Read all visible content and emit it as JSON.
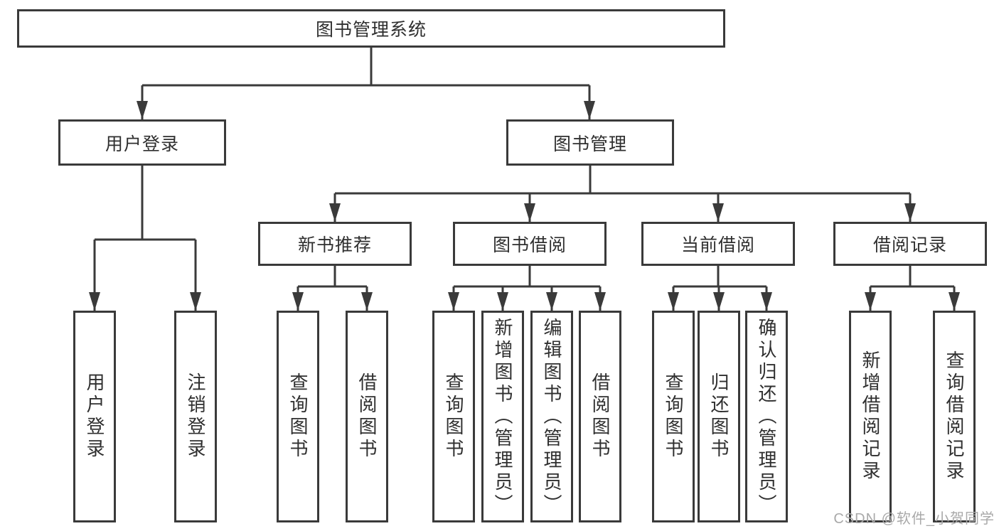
{
  "colors": {
    "line": "#3a3a3a",
    "text": "#2f2f2f",
    "watermark": "#a9a9a9",
    "background": "#ffffff"
  },
  "watermark": "CSDN @软件_小贺同学",
  "tree": {
    "root": "图书管理系统",
    "branches": [
      {
        "label": "用户登录",
        "children": [
          "用户登录",
          "注销登录"
        ]
      },
      {
        "label": "图书管理",
        "groups": [
          {
            "label": "新书推荐",
            "children": [
              "查询图书",
              "借阅图书"
            ]
          },
          {
            "label": "图书借阅",
            "children": [
              "查询图书",
              "新增图书（管理员）",
              "编辑图书（管理员）",
              "借阅图书"
            ]
          },
          {
            "label": "当前借阅",
            "children": [
              "查询图书",
              "归还图书",
              "确认归还（管理员）"
            ]
          },
          {
            "label": "借阅记录",
            "children": [
              "新增借阅记录",
              "查询借阅记录"
            ]
          }
        ]
      }
    ]
  }
}
